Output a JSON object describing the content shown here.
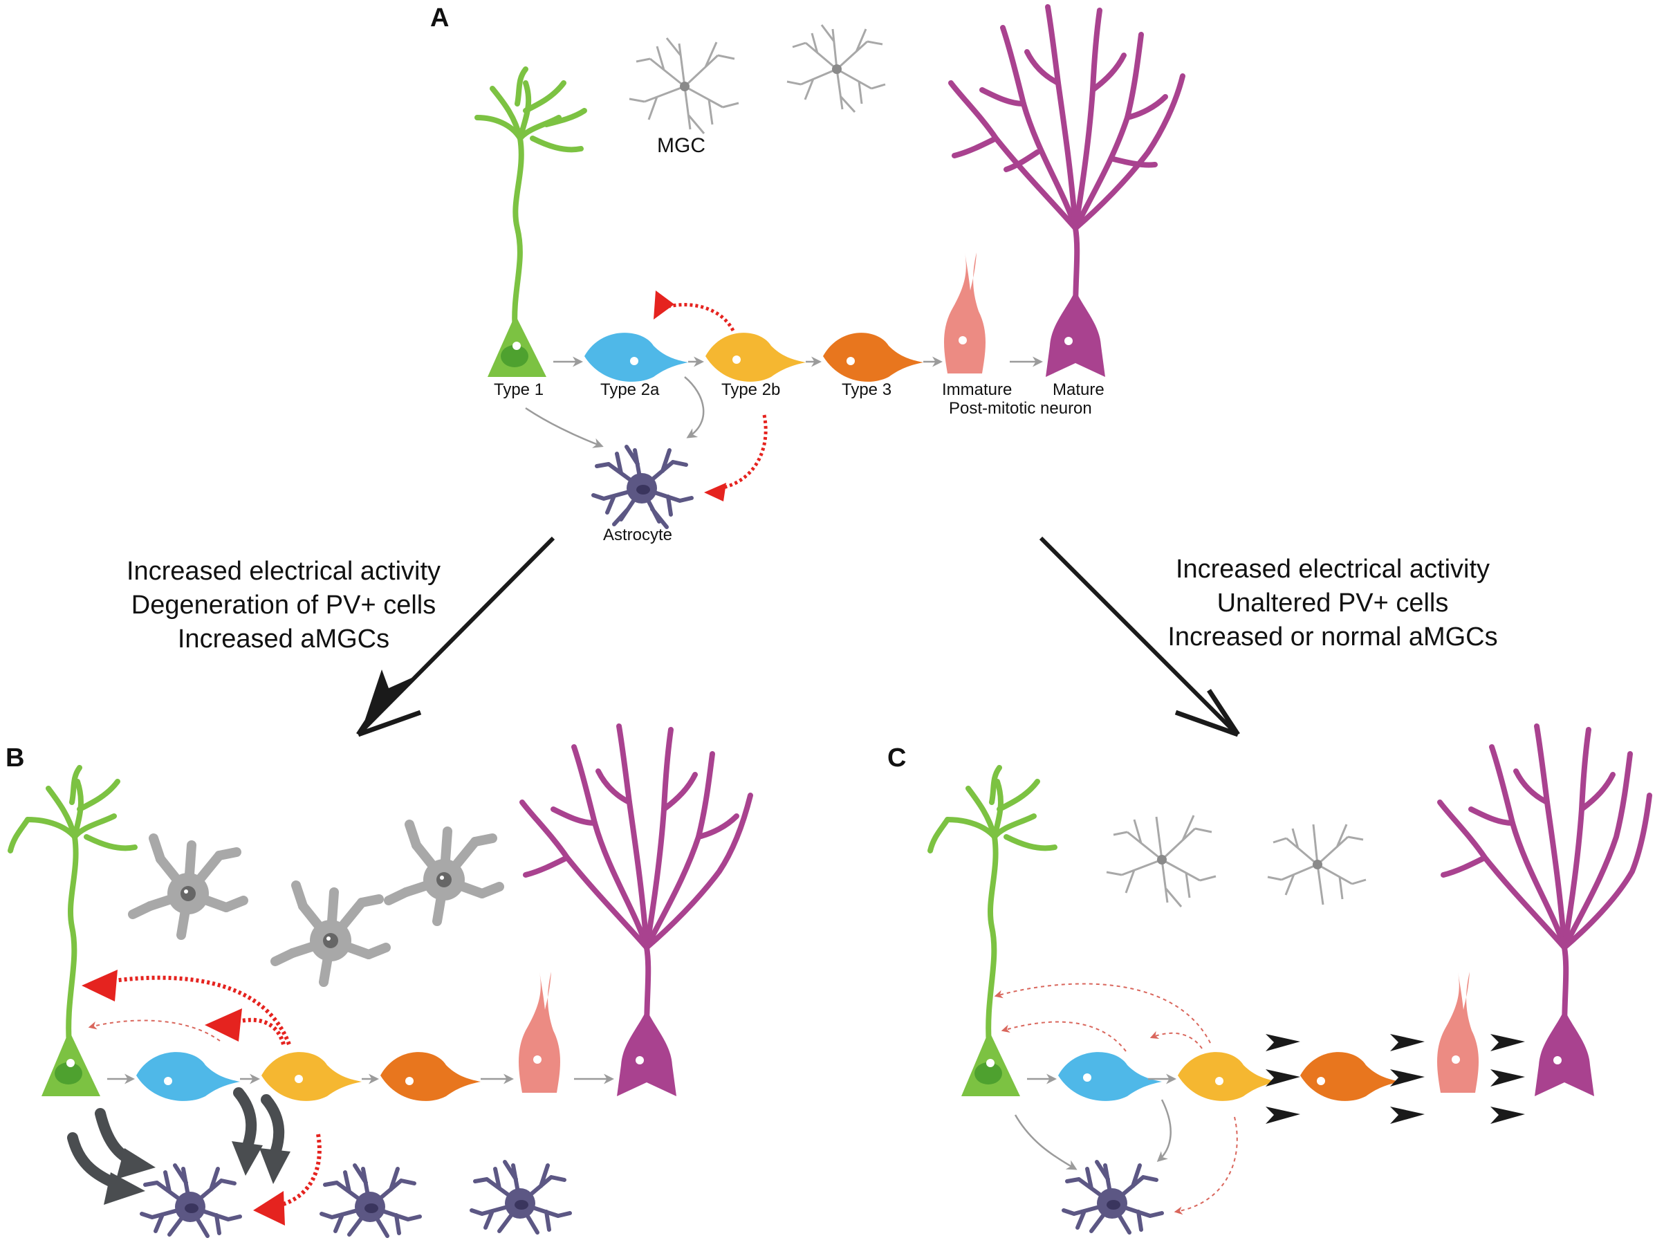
{
  "panels": {
    "a": {
      "letter": "A"
    },
    "b": {
      "letter": "B"
    },
    "c": {
      "letter": "C"
    }
  },
  "labels": {
    "mgc": "MGC",
    "type1": "Type 1",
    "type2a": "Type 2a",
    "type2b": "Type 2b",
    "type3": "Type 3",
    "immature": "Immature",
    "mature": "Mature",
    "post_mitotic": "Post-mitotic neuron",
    "astrocyte": "Astrocyte"
  },
  "left_conditions": [
    "Increased electrical activity",
    "Degeneration of PV+ cells",
    "Increased aMGCs"
  ],
  "right_conditions": [
    "Increased electrical activity",
    "Unaltered PV+ cells",
    "Increased or normal aMGCs"
  ],
  "colors": {
    "type1": "#7cc242",
    "type1_nucleus": "#4ea12f",
    "type2a": "#4fb8e8",
    "type2b": "#f5b731",
    "type3": "#e8761e",
    "immature": "#ec8b83",
    "mature": "#a9428f",
    "astrocyte": "#5c5784",
    "mgc": "#a8a8a8",
    "red_arrow": "#e5231f",
    "gray_arrow": "#9b9b9b",
    "dark_arrow": "#4a4d50",
    "black_arrow": "#1a1a1a"
  }
}
